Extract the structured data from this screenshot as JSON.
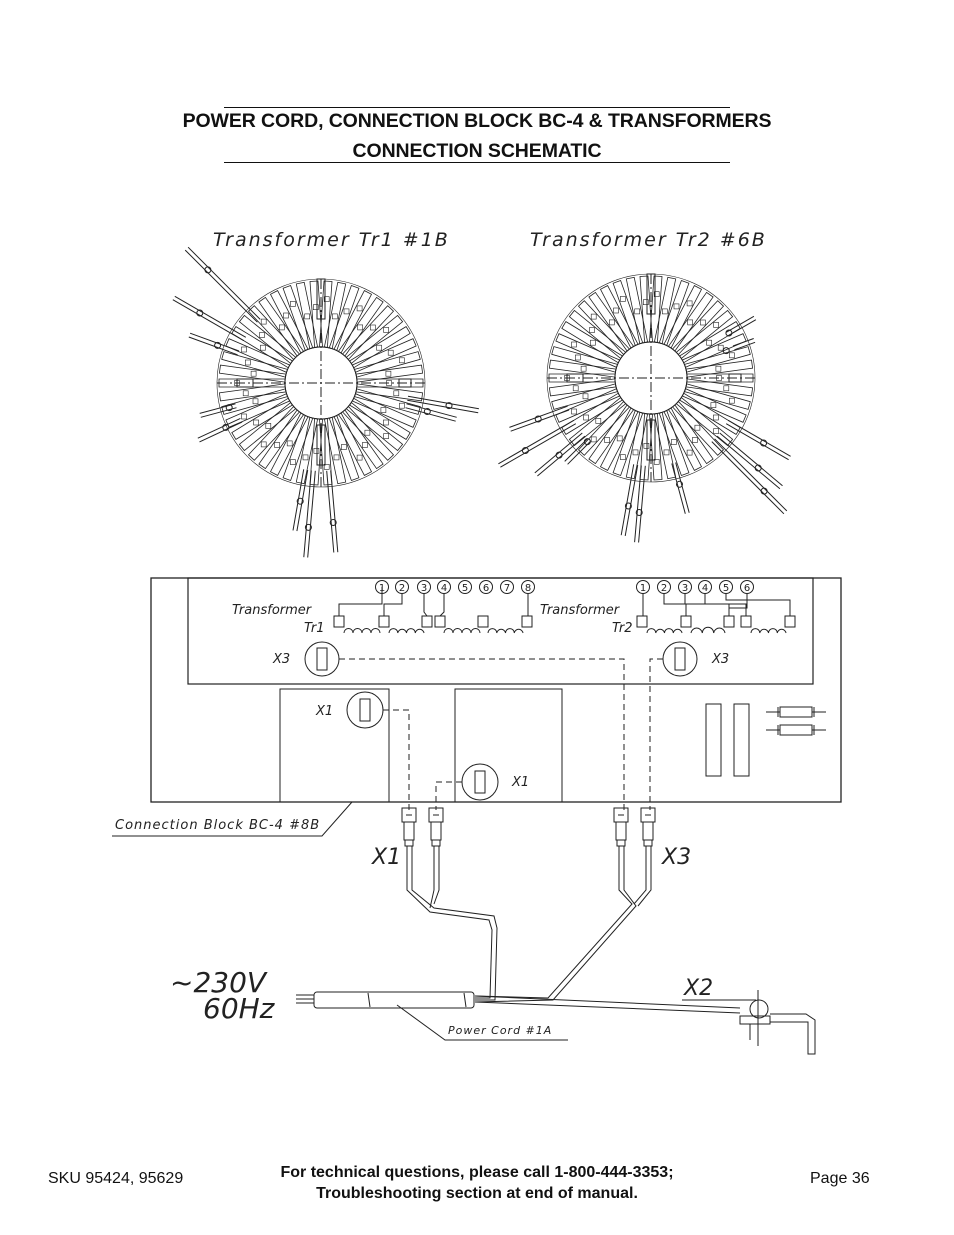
{
  "header": {
    "title_line1": "POWER CORD, CONNECTION BLOCK BC-4 & TRANSFORMERS",
    "title_line2": "CONNECTION SCHEMATIC"
  },
  "diagram": {
    "transformer1_label": "Transformer Tr1 #1B",
    "transformer2_label": "Transformer Tr2 #6B",
    "block_tr1_label_a": "Transformer",
    "block_tr1_label_b": "Tr1",
    "block_tr2_label_a": "Transformer",
    "block_tr2_label_b": "Tr2",
    "tr1_terminals": [
      "1",
      "2",
      "3",
      "4",
      "5",
      "6",
      "7",
      "8"
    ],
    "tr2_terminals": [
      "1",
      "2",
      "3",
      "4",
      "5",
      "6"
    ],
    "x3_label": "X3",
    "x1_label": "X1",
    "connection_block_label": "Connection Block BC-4 #8B",
    "plug_x1_label": "X1",
    "plug_x3_label": "X3",
    "x2_label": "X2",
    "voltage_label": "~230V",
    "frequency_label": "60Hz",
    "power_cord_label": "Power Cord #1A"
  },
  "footer": {
    "sku": "SKU 95424, 95629",
    "support_line1": "For technical questions, please call 1-800-444-3353;",
    "support_line2": "Troubleshooting section at end of manual.",
    "page": "Page 36"
  }
}
